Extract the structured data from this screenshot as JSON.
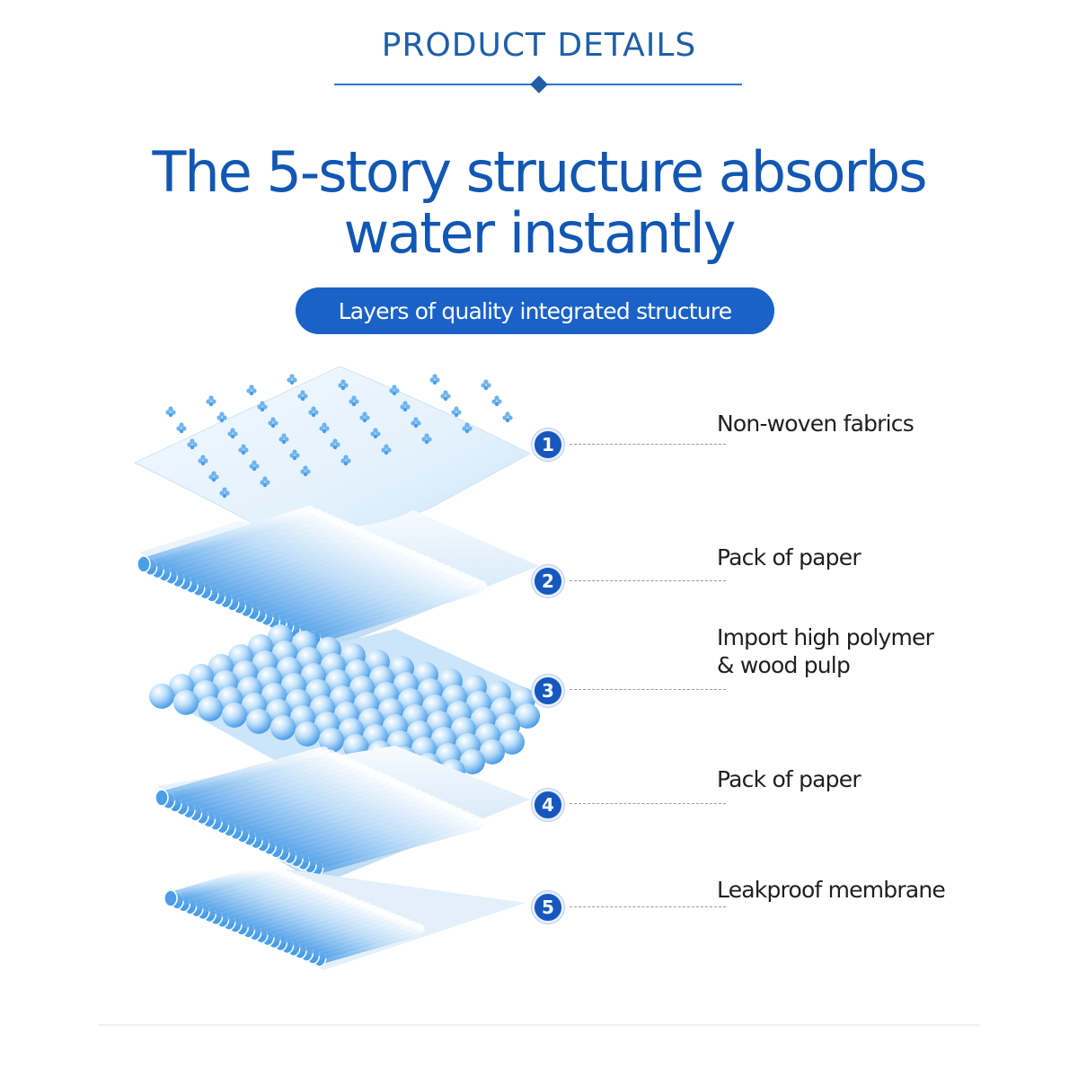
{
  "header": {
    "title": "PRODUCT DETAILS"
  },
  "headline": {
    "line1": "The 5-story structure absorbs",
    "line2": "water instantly"
  },
  "subtitle_pill": {
    "label": "Layers of quality integrated structure"
  },
  "layers": [
    {
      "number": "1",
      "label_line1": "Non-woven fabrics",
      "label_line2": ""
    },
    {
      "number": "2",
      "label_line1": "Pack of paper",
      "label_line2": ""
    },
    {
      "number": "3",
      "label_line1": "Import high polymer",
      "label_line2": "& wood pulp"
    },
    {
      "number": "4",
      "label_line1": "Pack of paper",
      "label_line2": ""
    },
    {
      "number": "5",
      "label_line1": "Leakproof membrane",
      "label_line2": ""
    }
  ],
  "colors": {
    "brand_blue": "#1157b3",
    "pill_blue": "#1a62c7",
    "badge_blue": "#1658bd",
    "layer_light": "#d8ecfb",
    "layer_mid": "#8cc4f0",
    "layer_dark": "#3f94e4"
  }
}
